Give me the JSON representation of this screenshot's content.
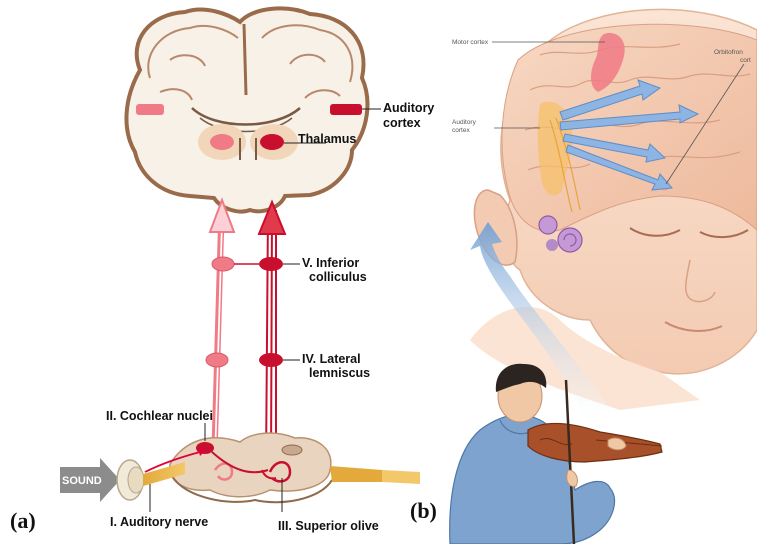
{
  "panel_a": {
    "panel_label": "(a)",
    "sound_label": "SOUND",
    "labels": {
      "auditory_cortex_line1": "Auditory",
      "auditory_cortex_line2": "cortex",
      "thalamus": "Thalamus",
      "inferior_colliculus_line1": "V. Inferior",
      "inferior_colliculus_line2": "colliculus",
      "lateral_lemniscus_line1": "IV. Lateral",
      "lateral_lemniscus_line2": "lemniscus",
      "cochlear_nuclei": "II. Cochlear nuclei",
      "auditory_nerve": "I. Auditory nerve",
      "superior_olive": "III. Superior olive"
    },
    "colors": {
      "ipsilateral": "#f07a86",
      "contralateral": "#c8102e",
      "brain_fill": "#f8f1e8",
      "brain_outline": "#9a6b4b",
      "nerve": "#e3a93a"
    }
  },
  "panel_b": {
    "panel_label": "(b)",
    "labels": {
      "motor_cortex": "Motor cortex",
      "orbitofrontal_line1": "Orbitofron",
      "orbitofrontal_line2": "cort",
      "auditory_cortex_line1": "Auditory",
      "auditory_cortex_line2": "cortex"
    },
    "colors": {
      "skin": "#f6d9c4",
      "brain": "#f3cdb5",
      "arrows": "#7da7d6",
      "shirt": "#7ea3cf",
      "violin": "#a8502a"
    }
  }
}
